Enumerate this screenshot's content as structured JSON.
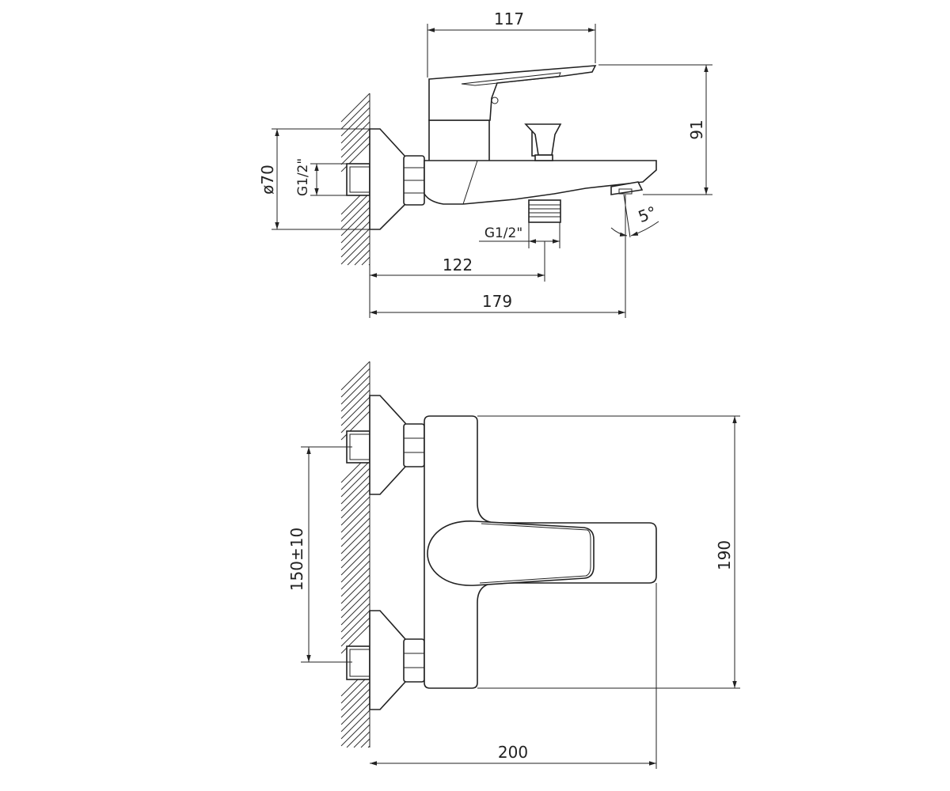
{
  "colors": {
    "line": "#222222",
    "background": "#ffffff"
  },
  "side_view": {
    "dim_handle_width": "117",
    "dim_height": "91",
    "dim_flange_diameter": "ø70",
    "dim_inlet_thread": "G1/2\"",
    "dim_outlet_thread": "G1/2\"",
    "dim_spout_angle": "5°",
    "dim_outlet_distance": "122",
    "dim_spout_reach": "179"
  },
  "top_view": {
    "dim_inlet_spacing": "150±10",
    "dim_body_depth": "190",
    "dim_total_projection": "200"
  }
}
